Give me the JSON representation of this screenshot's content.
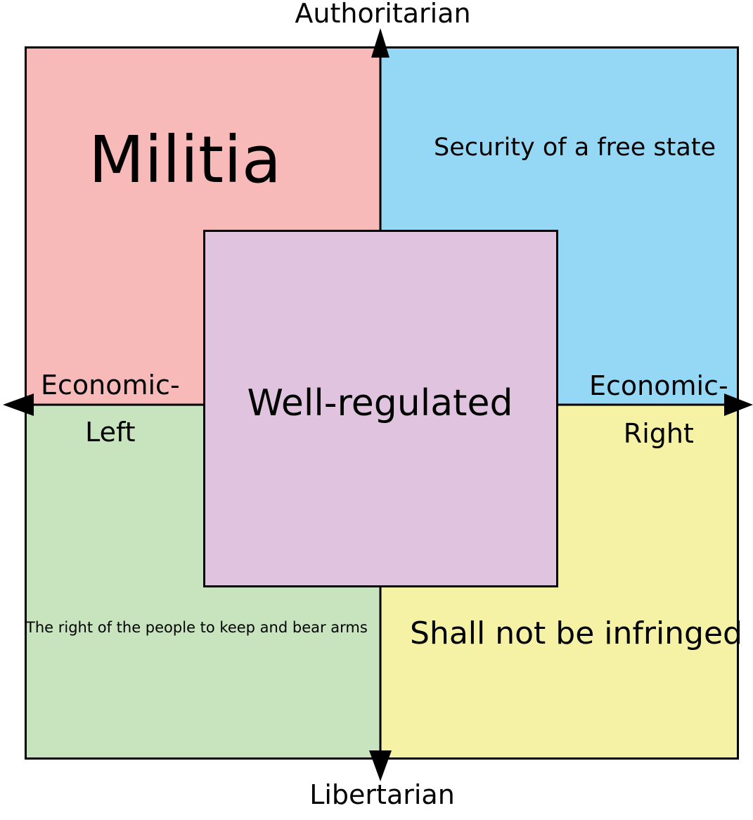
{
  "axes": {
    "top": "Authoritarian",
    "bottom": "Libertarian",
    "left_line1": "Economic-",
    "left_line2": "Left",
    "right_line1": "Economic-",
    "right_line2": "Right"
  },
  "quadrants": {
    "top_left": {
      "text": "Militia",
      "color": "#f8b9b9"
    },
    "top_right": {
      "text": "Security of a free state",
      "color": "#95d8f6"
    },
    "bottom_left": {
      "text": "The right of the people to keep and bear arms",
      "color": "#c8e4bf"
    },
    "bottom_right": {
      "text": "Shall not be infringed",
      "color": "#f5f2a6"
    }
  },
  "center": {
    "text": "Well-regulated",
    "color": "#e0c4df"
  }
}
